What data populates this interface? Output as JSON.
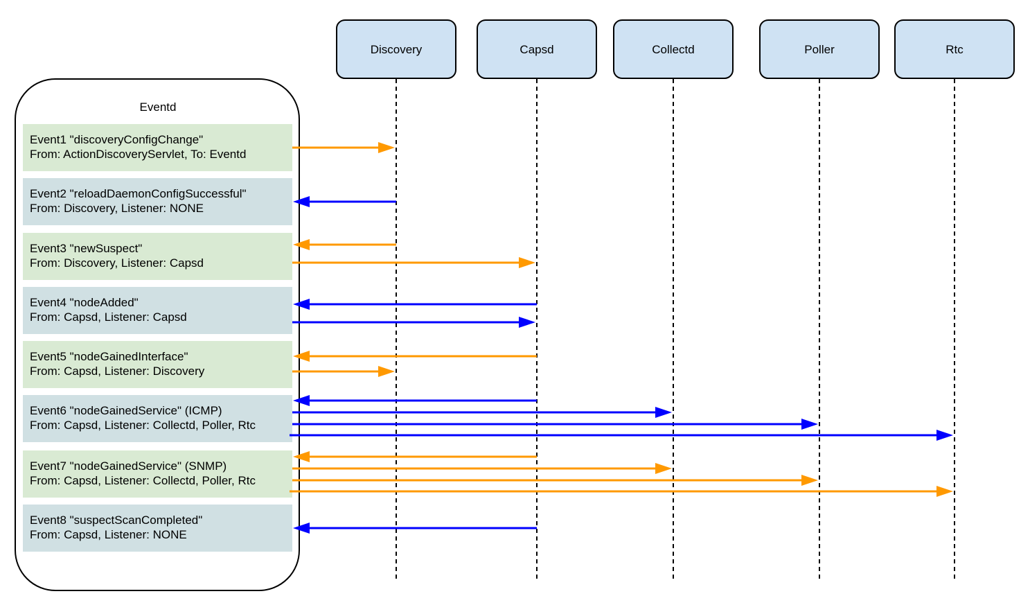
{
  "eventd": {
    "title": "Eventd"
  },
  "components": [
    {
      "id": "discovery",
      "label": "Discovery"
    },
    {
      "id": "capsd",
      "label": "Capsd"
    },
    {
      "id": "collectd",
      "label": "Collectd"
    },
    {
      "id": "poller",
      "label": "Poller"
    },
    {
      "id": "rtc",
      "label": "Rtc"
    }
  ],
  "events": [
    {
      "line1": "Event1 \"discoveryConfigChange\"",
      "line2": "From: ActionDiscoveryServlet, To: Eventd",
      "color": "green"
    },
    {
      "line1": "Event2 \"reloadDaemonConfigSuccessful\"",
      "line2": "From: Discovery, Listener: NONE",
      "color": "blue"
    },
    {
      "line1": "Event3 \"newSuspect\"",
      "line2": "From: Discovery, Listener: Capsd",
      "color": "green"
    },
    {
      "line1": "Event4 \"nodeAdded\"",
      "line2": "From: Capsd, Listener: Capsd",
      "color": "blue"
    },
    {
      "line1": "Event5 \"nodeGainedInterface\"",
      "line2": "From: Capsd, Listener: Discovery",
      "color": "green"
    },
    {
      "line1": "Event6 \"nodeGainedService\" (ICMP)",
      "line2": "From: Capsd, Listener: Collectd, Poller, Rtc",
      "color": "blue"
    },
    {
      "line1": "Event7 \"nodeGainedService\" (SNMP)",
      "line2": "From: Capsd, Listener: Collectd, Poller, Rtc",
      "color": "green"
    },
    {
      "line1": "Event8 \"suspectScanCompleted\"",
      "line2": "From: Capsd, Listener: NONE",
      "color": "blue"
    }
  ],
  "messages": [
    {
      "event": 1,
      "direction": "to",
      "target": "discovery",
      "color": "orange"
    },
    {
      "event": 2,
      "direction": "from",
      "target": "discovery",
      "color": "blue"
    },
    {
      "event": 3,
      "direction": "from",
      "target": "discovery",
      "color": "orange"
    },
    {
      "event": 3,
      "direction": "to",
      "target": "capsd",
      "color": "orange"
    },
    {
      "event": 4,
      "direction": "from",
      "target": "capsd",
      "color": "blue"
    },
    {
      "event": 4,
      "direction": "to",
      "target": "capsd",
      "color": "blue"
    },
    {
      "event": 5,
      "direction": "from",
      "target": "capsd",
      "color": "orange"
    },
    {
      "event": 5,
      "direction": "to",
      "target": "discovery",
      "color": "orange"
    },
    {
      "event": 6,
      "direction": "from",
      "target": "capsd",
      "color": "blue"
    },
    {
      "event": 6,
      "direction": "to",
      "target": "collectd",
      "color": "blue"
    },
    {
      "event": 6,
      "direction": "to",
      "target": "poller",
      "color": "blue"
    },
    {
      "event": 6,
      "direction": "to",
      "target": "rtc",
      "color": "blue"
    },
    {
      "event": 7,
      "direction": "from",
      "target": "capsd",
      "color": "orange"
    },
    {
      "event": 7,
      "direction": "to",
      "target": "collectd",
      "color": "orange"
    },
    {
      "event": 7,
      "direction": "to",
      "target": "poller",
      "color": "orange"
    },
    {
      "event": 7,
      "direction": "to",
      "target": "rtc",
      "color": "orange"
    },
    {
      "event": 8,
      "direction": "from",
      "target": "capsd",
      "color": "blue"
    }
  ],
  "colors": {
    "component_fill": "#cfe2f3",
    "event_green": "#d9ead3",
    "event_blue": "#d0e0e3",
    "arrow_orange": "#ff9900",
    "arrow_blue": "#0000ff",
    "outline": "#000000"
  }
}
